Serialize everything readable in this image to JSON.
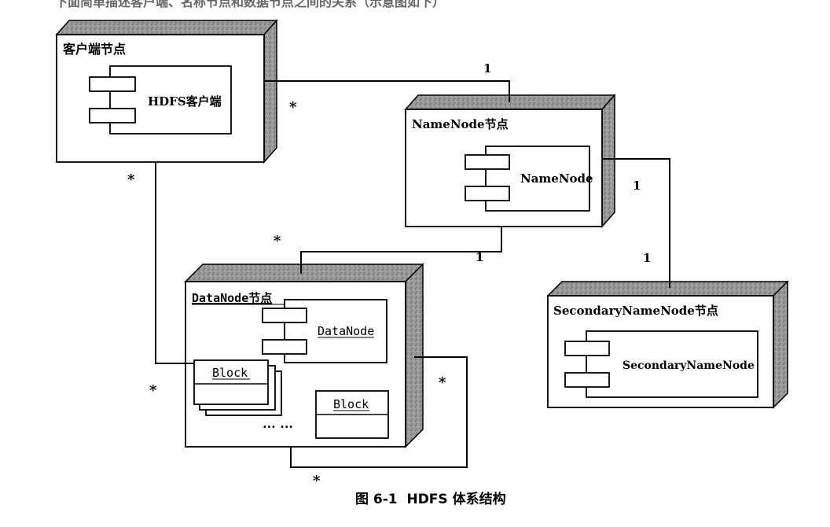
{
  "top_line_fragment": "下面简单描述客户端、名称节点和数据节点之间的关系（示意图如下）",
  "nodes": {
    "client": {
      "title": "客户端节点",
      "component": "HDFS客户端"
    },
    "namenode": {
      "title": "NameNode节点",
      "component": "NameNode"
    },
    "datanode": {
      "title": "DataNode节点",
      "component": "DataNode",
      "block_a": "Block",
      "block_b": "Block",
      "ellipsis": "··· ···"
    },
    "secondary": {
      "title": "SecondaryNameNode节点",
      "component": "SecondaryNameNode"
    }
  },
  "multiplicities": {
    "client_namenode_client": "*",
    "client_namenode_namenode": "1",
    "client_datanode_client": "*",
    "client_datanode_datanode": "*",
    "namenode_datanode_datanode": "*",
    "namenode_datanode_namenode": "1",
    "namenode_secondary_namenode": "1",
    "namenode_secondary_secondary": "1",
    "datanode_self_a": "*",
    "datanode_self_b": "*"
  },
  "caption": "图 6-1  HDFS 体系结构",
  "colors": {
    "shade": "#8e8e8e",
    "shade_dark": "#6f6f6f",
    "line": "#000000"
  }
}
